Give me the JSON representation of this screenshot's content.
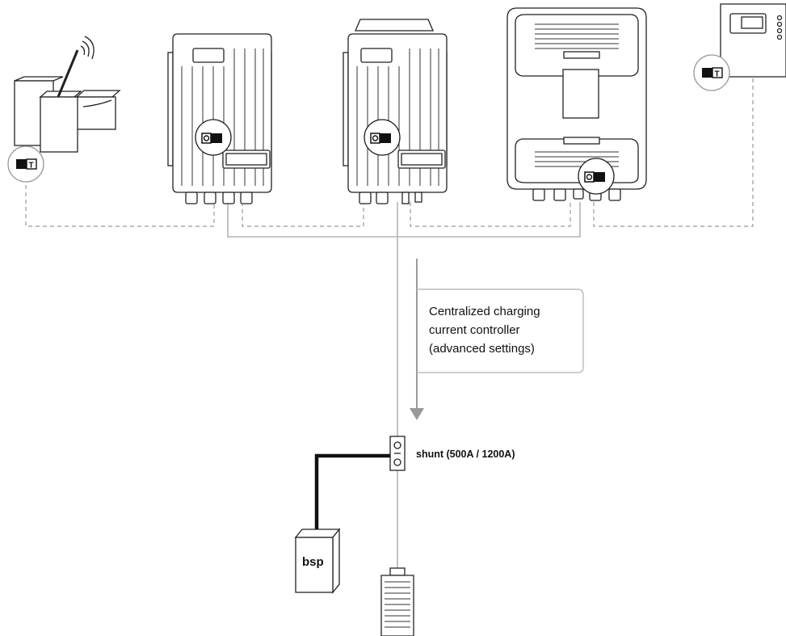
{
  "callout": {
    "line1": "Centralized charging",
    "line2": "current controller",
    "line3": "(advanced settings)"
  },
  "shunt_label": "shunt (500A / 1200A)",
  "bsp_label": "bsp",
  "badge_glyphs": {
    "temp_sensor": "T"
  },
  "colors": {
    "line_grey": "#b3b3b3",
    "dashed_grey": "#999999",
    "ink": "#222222",
    "arrow_grey": "#999999"
  }
}
